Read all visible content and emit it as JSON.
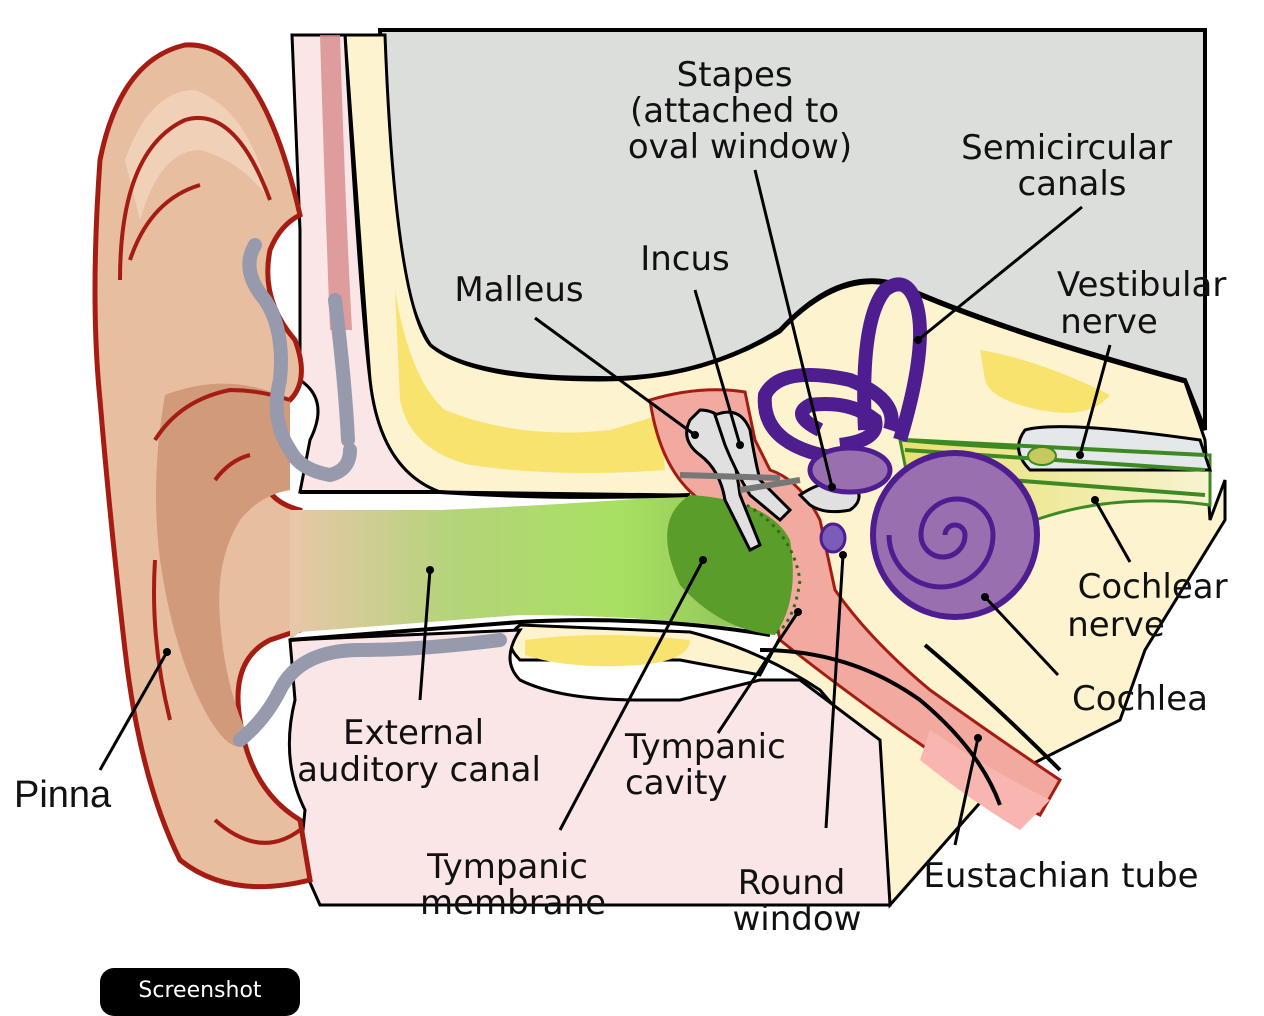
{
  "colors": {
    "skull": "#dcdedb",
    "bone": "#fdf3cf",
    "bone_yellow": "#f7e36e",
    "skin_light": "#e8bea1",
    "skin_dark": "#d19a7a",
    "skin_outline": "#a51d12",
    "tissue_pink": "#fae6e6",
    "canal_green": "#a8e062",
    "membrane_green": "#5a9d2b",
    "tympanic_red": "#f2a9a0",
    "cochlea_purple": "#9a6fb0",
    "cochlea_outline": "#4e1d90",
    "nerve_green": "#3e8a22",
    "cartilage_blue": "#9799ad",
    "ossicle_gray": "#e0e0e0"
  },
  "labels": {
    "stapes": [
      "Stapes",
      "(attached to",
      "oval window)"
    ],
    "semicircular": [
      "Semicircular",
      "canals"
    ],
    "incus": [
      "Incus"
    ],
    "malleus": [
      "Malleus"
    ],
    "vestibular": [
      "Vestibular",
      "nerve"
    ],
    "cochlear_nerve": [
      "Cochlear",
      "nerve"
    ],
    "cochlea": [
      "Cochlea"
    ],
    "external_canal": [
      "External",
      "auditory canal"
    ],
    "tympanic_cavity": [
      "Tympanic",
      "cavity"
    ],
    "pinna": [
      "Pinna"
    ],
    "tympanic_membrane": [
      "Tympanic",
      "membrane"
    ],
    "round_window": [
      "Round",
      "window"
    ],
    "eustachian": [
      "Eustachian tube"
    ]
  },
  "badge": {
    "text": "Screenshot"
  }
}
